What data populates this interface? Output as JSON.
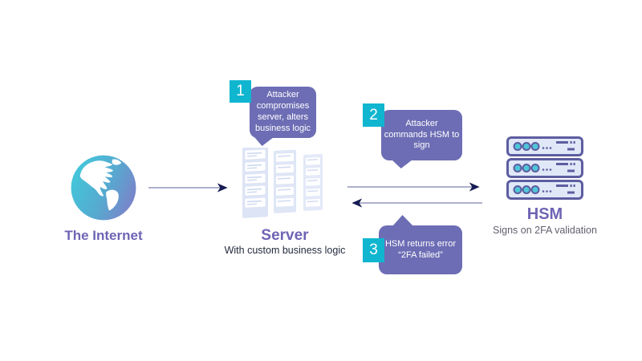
{
  "diagram": {
    "nodes": {
      "internet": {
        "label": "The Internet"
      },
      "server": {
        "label": "Server",
        "subtitle": "With custom business logic"
      },
      "hsm": {
        "label": "HSM",
        "subtitle": "Signs on 2FA validation"
      }
    },
    "callouts": [
      {
        "number": "1",
        "text": "Attacker compromises server, alters business logic",
        "lines": [
          "Attacker",
          "compromises",
          "server, alters",
          "business logic"
        ]
      },
      {
        "number": "2",
        "text": "Attacker commands HSM to sign",
        "lines": [
          "Attacker",
          "commands HSM to",
          "sign"
        ]
      },
      {
        "number": "3",
        "text": "HSM returns error “2FA failed”",
        "lines": [
          "HSM returns error",
          "“2FA failed”"
        ]
      }
    ],
    "arrows": [
      {
        "from": "internet",
        "to": "server",
        "direction": "right"
      },
      {
        "from": "server",
        "to": "hsm",
        "direction": "right"
      },
      {
        "from": "hsm",
        "to": "server",
        "direction": "left"
      }
    ],
    "colors": {
      "bubble_purple": "#6d6db5",
      "badge_teal": "#10b6d0",
      "label_purple": "#6e64b4",
      "arrow_line": "#9295bb",
      "arrow_head": "#161b53",
      "rack_outline": "#5d5da0",
      "rack_fill": "#e0e8f8",
      "button_teal": "#4fc6d8",
      "tower_fill": "#dde4f5",
      "globe_teal": "#41c8da",
      "globe_blue": "#7e7fc9",
      "server_subtitle_color": "#242b3e",
      "hsm_subtitle_color": "#61616f"
    }
  }
}
